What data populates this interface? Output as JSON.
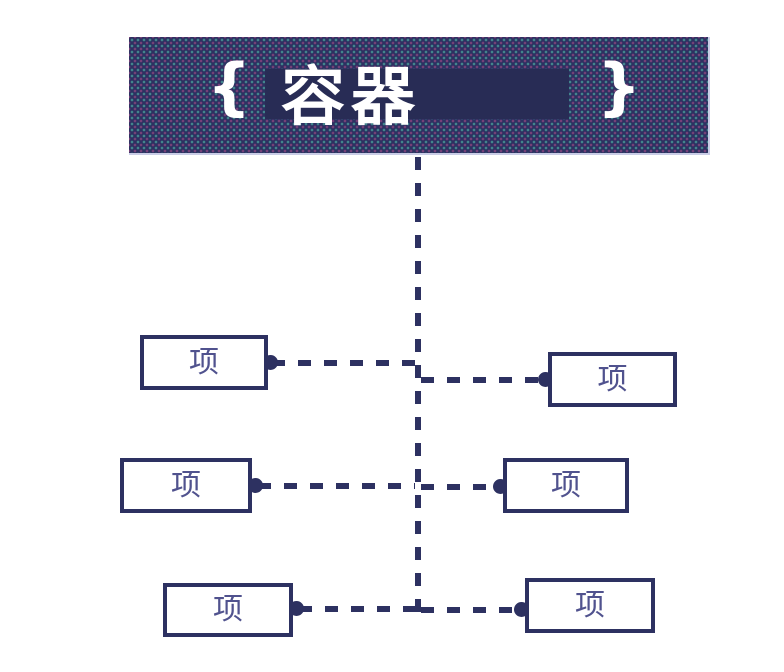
{
  "container": {
    "brace_left": "{",
    "label": "容器",
    "brace_right": "}"
  },
  "items": [
    {
      "label": "项"
    },
    {
      "label": "项"
    },
    {
      "label": "项"
    },
    {
      "label": "项"
    },
    {
      "label": "项"
    },
    {
      "label": "项"
    }
  ],
  "colors": {
    "shape_navy": "#2d3161",
    "inner_panel_navy": "#282c55",
    "header_text": "#ffffff",
    "item_text": "#50528e",
    "item_fill": "#ffffff",
    "edge_highlight": "#c9cce6",
    "texture_dot_teal": "#469696",
    "texture_dot_magenta": "#964682"
  }
}
